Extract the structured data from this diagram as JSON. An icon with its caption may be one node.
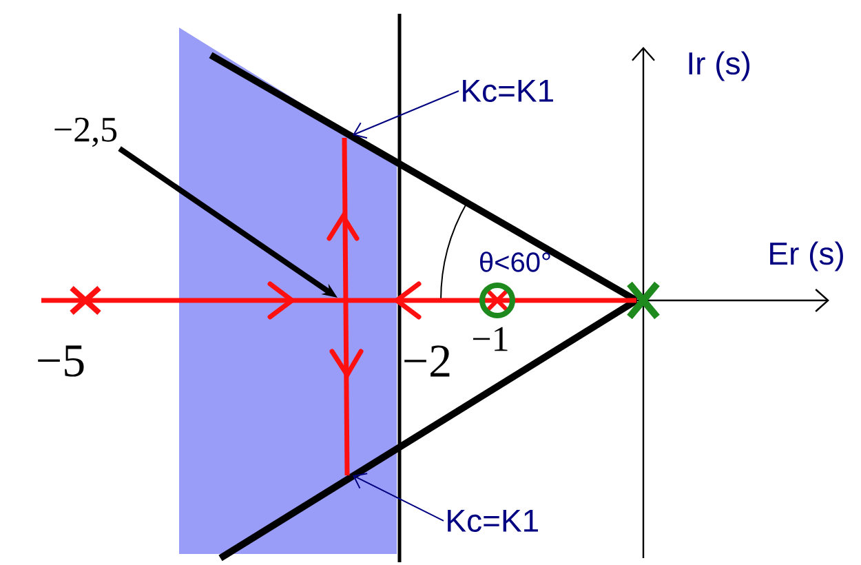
{
  "diagram": {
    "nodes": [
      {
        "text": [
          "Kc=K1"
        ]
      },
      {
        "text": [
          "Kc=K1"
        ]
      },
      {
        "text": [
          "−2,5"
        ]
      }
    ],
    "edges": [
      {
        "from": 0,
        "to": null,
        "arrow": "to"
      },
      {
        "from": 1,
        "to": null,
        "arrow": "to"
      },
      {
        "from": 2,
        "to": null,
        "arrow": "to",
        "style": "thick",
        "color": "#000000"
      }
    ],
    "labels": [
      "Ir (s)",
      "Er (s)",
      "θ<60°",
      "−5",
      "−2",
      "−1"
    ]
  }
}
